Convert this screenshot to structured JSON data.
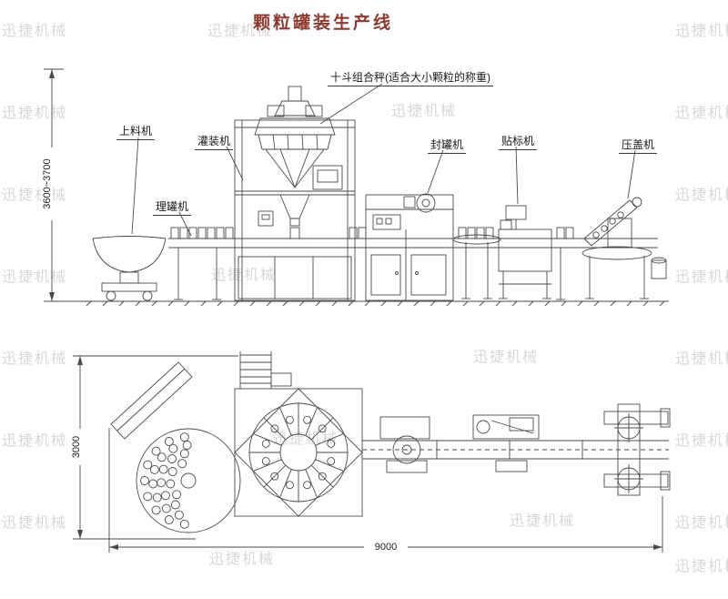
{
  "title": "颗粒罐装生产线",
  "watermark_text": "迅捷机械",
  "machine_labels": {
    "feeder": "上料机",
    "can_unscrambler": "理罐机",
    "filler": "灌装机",
    "combination_weigher": "十斗组合秤(适合大小颗粒的称重)",
    "can_sealer": "封罐机",
    "labeler": "贴标机",
    "capper": "压盖机"
  },
  "dimensions": {
    "line_height": "3600~3700",
    "plan_depth": "3000",
    "line_length": "9000"
  },
  "colors": {
    "title": "#8d3a30",
    "line": "#4a4a4a",
    "watermark": "#d8d8d8"
  }
}
